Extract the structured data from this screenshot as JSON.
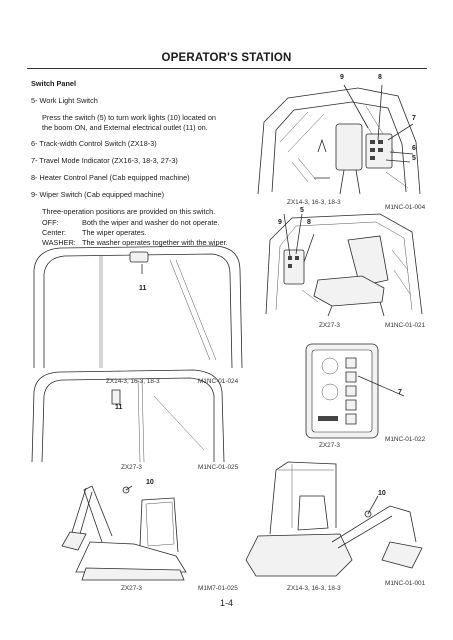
{
  "header": {
    "title": "OPERATOR'S STATION"
  },
  "section": {
    "heading": "Switch Panel"
  },
  "items": {
    "i5": "5-  Work Light Switch",
    "i5_desc1": "Press the switch (5) to turn work lights (10) located on",
    "i5_desc2": "the boom ON, and External electrical outlet (11) on.",
    "i6": "6-  Track-width Control Switch (ZX18-3)",
    "i7": "7-  Travel Mode Indicator (ZX16-3, 18-3, 27-3)",
    "i8": "8-  Heater Control Panel (Cab equipped machine)",
    "i9": "9-  Wiper Switch (Cab equipped machine)",
    "i9_desc": "Three-operation positions are provided on this switch.",
    "off_label": "OFF:",
    "off_text": "Both the wiper and washer do not operate.",
    "center_label": "Center:",
    "center_text": "The wiper operates.",
    "washer_label": "WASHER:",
    "washer_text": "The washer operates together with the wiper."
  },
  "figures": {
    "fig1": {
      "model": "ZX14-3, 16-3, 18-3",
      "code": "M1NC-01-004",
      "callouts": [
        "9",
        "8",
        "7",
        "6",
        "5"
      ]
    },
    "fig2": {
      "model": "ZX27-3",
      "code": "M1NC-01-021",
      "callouts": [
        "5",
        "9",
        "8"
      ]
    },
    "fig3": {
      "model": "ZX14-3, 16-3, 18-3",
      "code": "M1NC-01-024",
      "callouts": [
        "11"
      ]
    },
    "fig4": {
      "model": "ZX27-3",
      "code": "M1NC-01-022",
      "callouts": [
        "7"
      ]
    },
    "fig5": {
      "model": "ZX27-3",
      "code": "M1NC-01-025",
      "callouts": [
        "11"
      ]
    },
    "fig6": {
      "model": "ZX27-3",
      "code": "M1M7-01-025",
      "callouts": [
        "10"
      ]
    },
    "fig7": {
      "model": "ZX14-3, 16-3, 18-3",
      "code": "M1NC-01-001",
      "callouts": [
        "10"
      ]
    }
  },
  "footer": {
    "page_number": "1-4"
  }
}
